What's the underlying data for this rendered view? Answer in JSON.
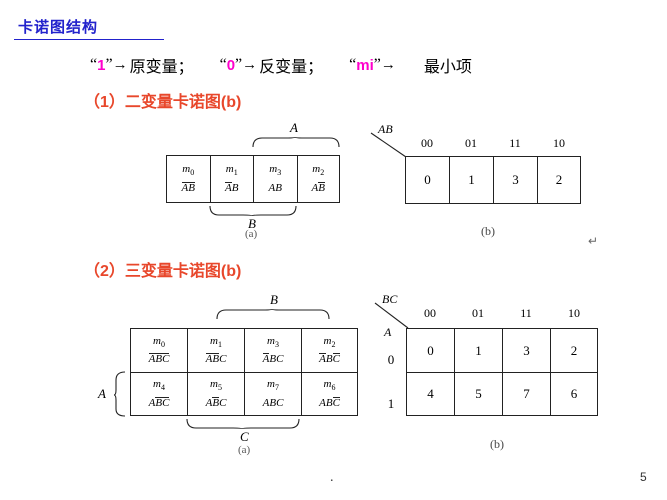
{
  "slide": {
    "title": "卡诺图结构",
    "page_number": "5",
    "footer_dot": ".",
    "cr_mark": "↵",
    "title_color": "#2222cc",
    "section_color": "#e8472b",
    "highlight_color": "#ff00cc"
  },
  "legend": {
    "quote_open": "“",
    "quote_close": "”",
    "one": "1",
    "one_arrow": "→",
    "one_text": "原变量；",
    "zero": "0",
    "zero_arrow": "→",
    "zero_text": "反变量；",
    "m_symbol": "m",
    "m_subscript": "i",
    "m_arrow": "→",
    "m_text": "最小项"
  },
  "section1": {
    "heading": "（1）二变量卡诺图(b)",
    "map_a": {
      "caption": "(a)",
      "brace_top_label": "A",
      "brace_bottom_label": "B",
      "cells": [
        {
          "m": "m",
          "sub": "0",
          "term": [
            "A",
            "B"
          ],
          "bars": [
            true,
            true
          ]
        },
        {
          "m": "m",
          "sub": "1",
          "term": [
            "A",
            "B"
          ],
          "bars": [
            true,
            false
          ]
        },
        {
          "m": "m",
          "sub": "3",
          "term": [
            "A",
            "B"
          ],
          "bars": [
            false,
            false
          ]
        },
        {
          "m": "m",
          "sub": "2",
          "term": [
            "A",
            "B"
          ],
          "bars": [
            false,
            true
          ]
        }
      ]
    },
    "table_b": {
      "caption": "(b)",
      "corner_label": "AB",
      "col_headers": [
        "00",
        "01",
        "11",
        "10"
      ],
      "values": [
        "0",
        "1",
        "3",
        "2"
      ]
    }
  },
  "section2": {
    "heading": "（2）三变量卡诺图(b)",
    "map_a": {
      "caption": "(a)",
      "brace_top_label": "B",
      "brace_bottom_label": "C",
      "brace_left_label": "A",
      "cells": [
        {
          "m": "m",
          "sub": "0",
          "term": [
            "A",
            "B",
            "C"
          ],
          "bars": [
            true,
            true,
            true
          ]
        },
        {
          "m": "m",
          "sub": "1",
          "term": [
            "A",
            "B",
            "C"
          ],
          "bars": [
            true,
            true,
            false
          ]
        },
        {
          "m": "m",
          "sub": "3",
          "term": [
            "A",
            "B",
            "C"
          ],
          "bars": [
            true,
            false,
            false
          ]
        },
        {
          "m": "m",
          "sub": "2",
          "term": [
            "A",
            "B",
            "C"
          ],
          "bars": [
            true,
            false,
            true
          ]
        },
        {
          "m": "m",
          "sub": "4",
          "term": [
            "A",
            "B",
            "C"
          ],
          "bars": [
            false,
            true,
            true
          ]
        },
        {
          "m": "m",
          "sub": "5",
          "term": [
            "A",
            "B",
            "C"
          ],
          "bars": [
            false,
            true,
            false
          ]
        },
        {
          "m": "m",
          "sub": "7",
          "term": [
            "A",
            "B",
            "C"
          ],
          "bars": [
            false,
            false,
            false
          ]
        },
        {
          "m": "m",
          "sub": "6",
          "term": [
            "A",
            "B",
            "C"
          ],
          "bars": [
            false,
            false,
            true
          ]
        }
      ]
    },
    "table_b": {
      "caption": "(b)",
      "corner_label": "BC",
      "row_var_label": "A",
      "col_headers": [
        "00",
        "01",
        "11",
        "10"
      ],
      "row_headers": [
        "0",
        "1"
      ],
      "rows": [
        [
          "0",
          "1",
          "3",
          "2"
        ],
        [
          "4",
          "5",
          "7",
          "6"
        ]
      ]
    }
  }
}
